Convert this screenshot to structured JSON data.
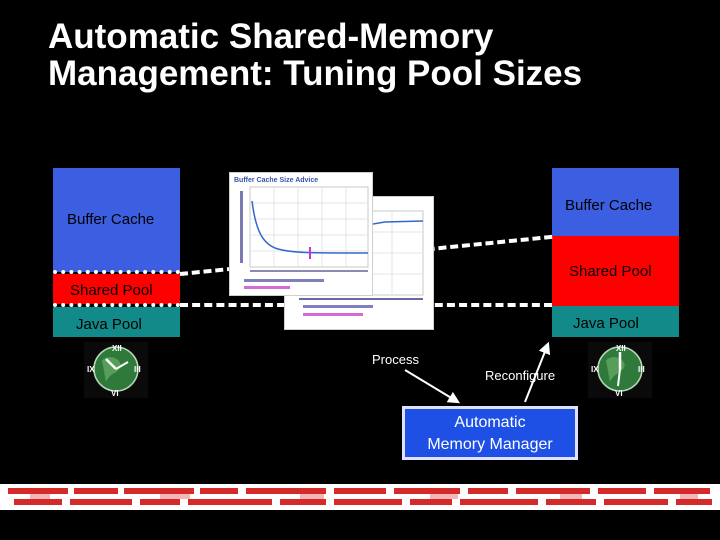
{
  "title": {
    "line1": "Automatic Shared-Memory",
    "line2": "Management: Tuning Pool Sizes"
  },
  "left_sga": {
    "buffer_cache": "Buffer Cache",
    "shared_pool": "Shared Pool",
    "java_pool": "Java Pool"
  },
  "right_sga": {
    "buffer_cache": "Buffer Cache",
    "shared_pool": "Shared Pool",
    "java_pool": "Java Pool"
  },
  "flow": {
    "process": "Process",
    "reconfigure": "Reconfigure",
    "manager_line1": "Automatic",
    "manager_line2": "Memory Manager"
  },
  "advice_chart": {
    "title": "Buffer Cache Size Advice"
  },
  "clock_icons": {
    "left": "clock-globe-icon",
    "right": "clock-globe-icon"
  },
  "colors": {
    "buffer_cache": "#3b5fe0",
    "shared_pool": "#ff0000",
    "java_pool": "#138a8a",
    "manager": "#1e50e6",
    "background": "#000000"
  }
}
